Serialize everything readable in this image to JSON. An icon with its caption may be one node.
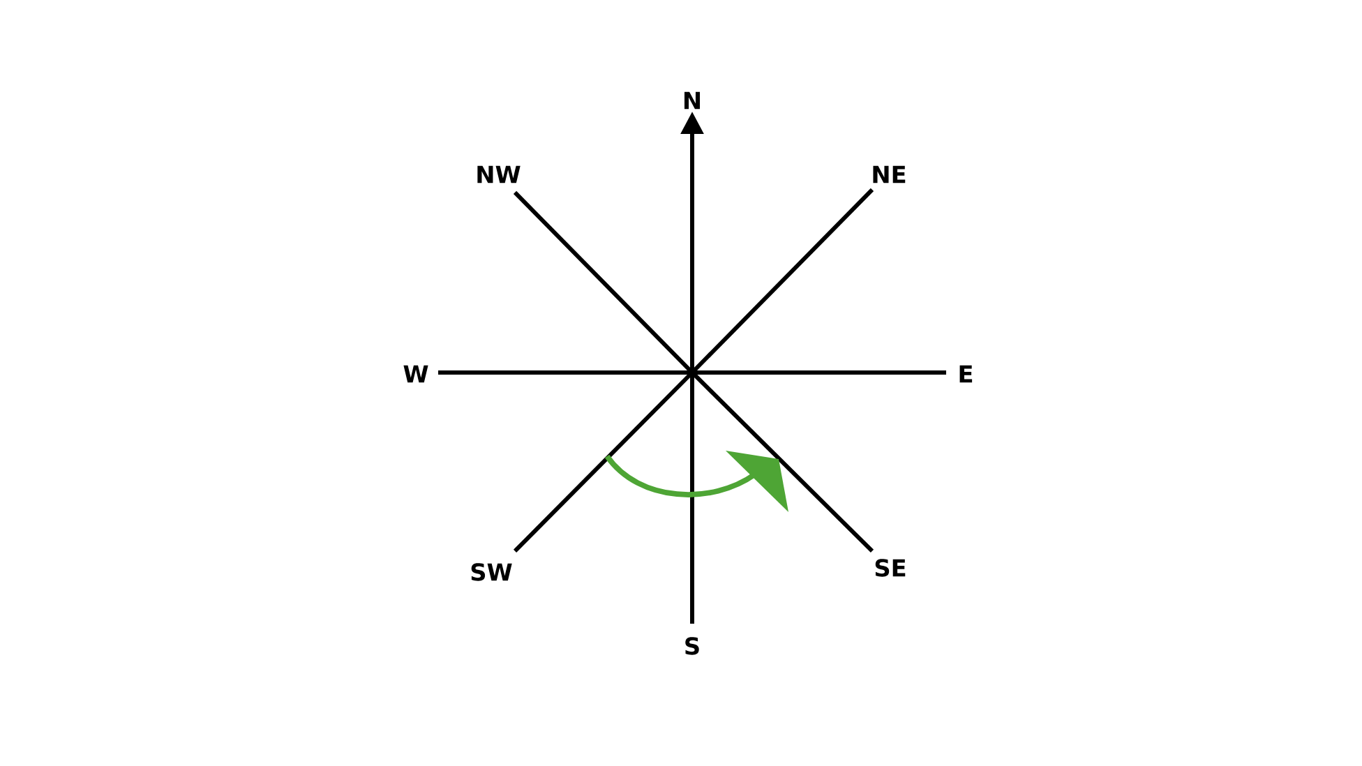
{
  "diagram": {
    "labels": [
      "N",
      "NW",
      "NE",
      "W",
      "E",
      "SW",
      "SE",
      "S"
    ]
  }
}
